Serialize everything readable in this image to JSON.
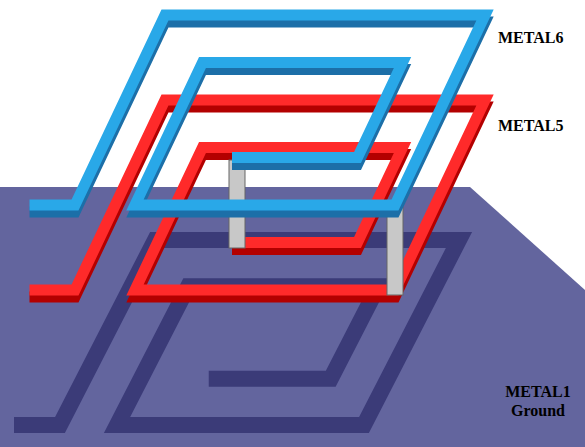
{
  "diagram": {
    "labels": [
      "METAL6",
      "METAL5",
      "METAL1 Ground"
    ]
  }
}
